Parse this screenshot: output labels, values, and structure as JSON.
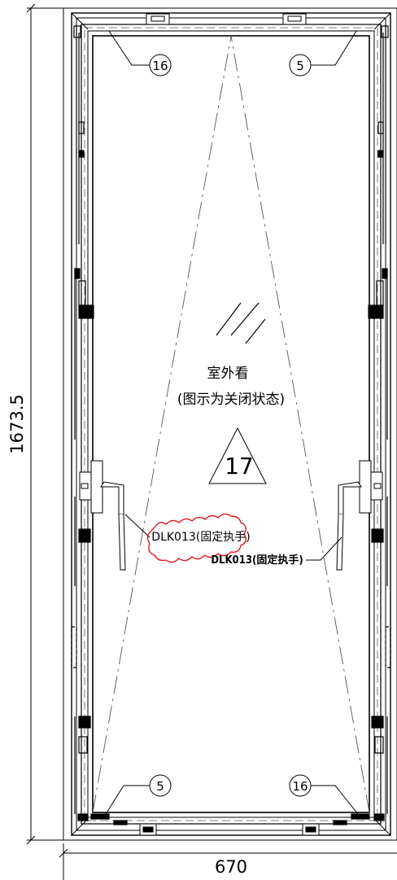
{
  "dimensions": {
    "height_label": "1673.5",
    "width_label": "670"
  },
  "notes": {
    "view_label": "室外看",
    "state_label": "(图示为关闭状态)"
  },
  "tag": "17",
  "callouts": {
    "handle_left": "DLK013(固定执手)",
    "handle_right": "DLK013(固定执手)",
    "top_left_ref": "16",
    "top_right_ref": "5",
    "bottom_left_ref": "5",
    "bottom_right_ref": "16"
  },
  "colors": {
    "line": "#000000",
    "revision_cloud": "#e8141b",
    "dash": "#555555"
  }
}
